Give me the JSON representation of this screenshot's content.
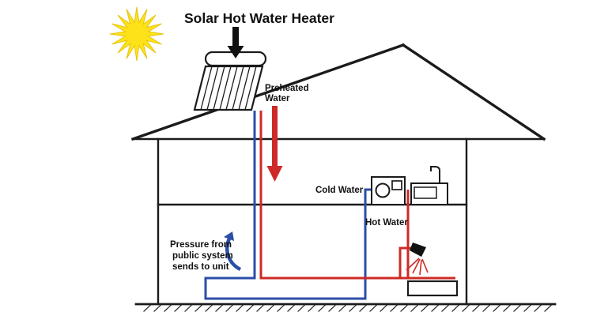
{
  "title": "Solar Hot Water Heater",
  "labels": {
    "preheated_water": {
      "line1": "Preheated",
      "line2": "Water"
    },
    "cold_water": "Cold Water",
    "hot_water": "Hot Water",
    "pressure_note": {
      "line1": "Pressure from",
      "line2": "public system",
      "line3": "sends to unit"
    }
  },
  "colors": {
    "hot": "#ce2a27",
    "cold": "#2b4ea8",
    "sun": "#fde21a",
    "outline": "#1b1b1b",
    "background": "#ffffff"
  }
}
